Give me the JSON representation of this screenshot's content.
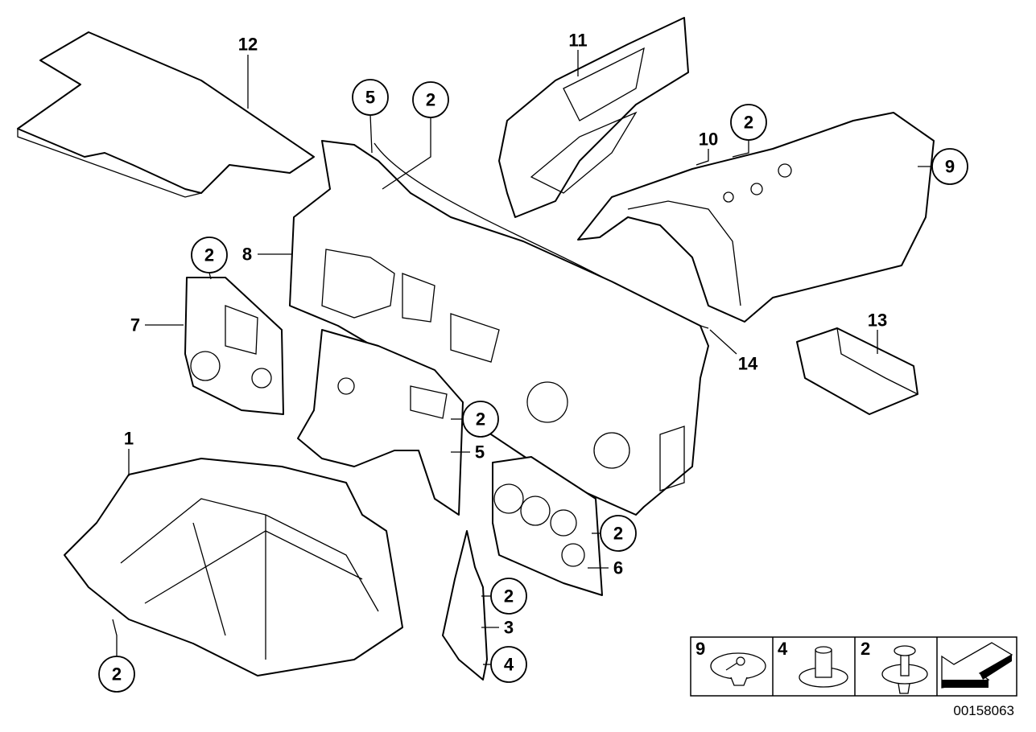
{
  "diagram": {
    "callouts": [
      {
        "label": "12",
        "circled": false
      },
      {
        "label": "5",
        "circled": true
      },
      {
        "label": "2",
        "circled": true
      },
      {
        "label": "11",
        "circled": false
      },
      {
        "label": "2",
        "circled": true
      },
      {
        "label": "10",
        "circled": false
      },
      {
        "label": "9",
        "circled": true
      },
      {
        "label": "2",
        "circled": true
      },
      {
        "label": "8",
        "circled": false
      },
      {
        "label": "7",
        "circled": false
      },
      {
        "label": "13",
        "circled": false
      },
      {
        "label": "14",
        "circled": false
      },
      {
        "label": "2",
        "circled": true
      },
      {
        "label": "5",
        "circled": false
      },
      {
        "label": "1",
        "circled": false
      },
      {
        "label": "2",
        "circled": true
      },
      {
        "label": "6",
        "circled": false
      },
      {
        "label": "2",
        "circled": true
      },
      {
        "label": "3",
        "circled": false
      },
      {
        "label": "4",
        "circled": true
      },
      {
        "label": "2",
        "circled": true
      }
    ],
    "legend": [
      {
        "label": "9",
        "icon": "clip-icon"
      },
      {
        "label": "4",
        "icon": "expanding-nut-icon"
      },
      {
        "label": "2",
        "icon": "expanding-rivet-icon"
      },
      {
        "label": "",
        "icon": "direction-arrow-icon"
      }
    ],
    "document_number": "00158063"
  }
}
